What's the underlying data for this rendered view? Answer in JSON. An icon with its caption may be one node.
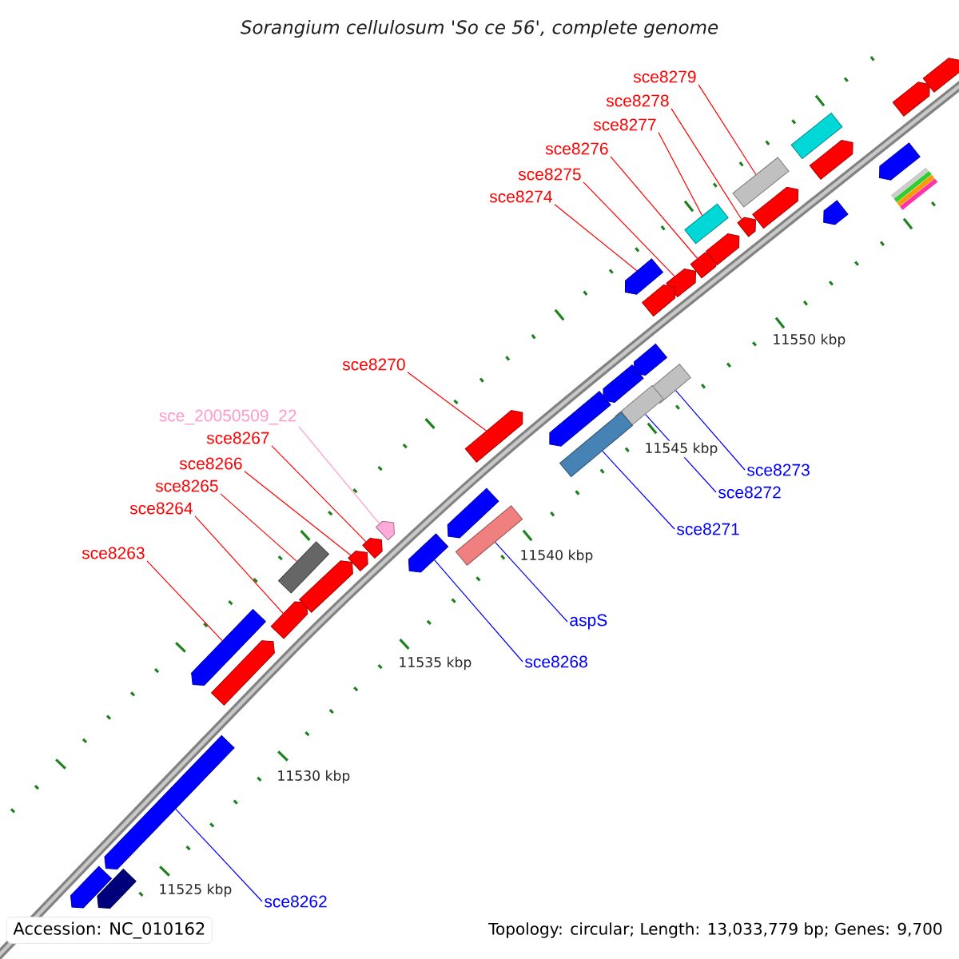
{
  "diagram": {
    "title": "Sorangium cellulosum 'So ce 56', complete genome",
    "nodes": [
      {
        "text": [
          "sce8279"
        ]
      },
      {
        "text": [
          "sce8278"
        ]
      },
      {
        "text": [
          "sce8277"
        ]
      },
      {
        "text": [
          "sce8276"
        ]
      },
      {
        "text": [
          "sce8275"
        ]
      },
      {
        "text": [
          "sce8274"
        ]
      },
      {
        "text": [
          "sce8270"
        ]
      },
      {
        "text": [
          "sce_20050509_22"
        ]
      },
      {
        "text": [
          "sce8267"
        ]
      },
      {
        "text": [
          "sce8266"
        ]
      },
      {
        "text": [
          "sce8265"
        ]
      },
      {
        "text": [
          "sce8264"
        ]
      },
      {
        "text": [
          "sce8263"
        ]
      },
      {
        "text": [
          "sce8273"
        ]
      },
      {
        "text": [
          "sce8272"
        ]
      },
      {
        "text": [
          "sce8271"
        ]
      },
      {
        "text": [
          "aspS"
        ]
      },
      {
        "text": [
          "sce8268"
        ]
      },
      {
        "text": [
          "sce8262"
        ]
      },
      {
        "text": [],
        "shape": "box"
      },
      {
        "text": [],
        "shape": "pentagon"
      },
      {
        "text": [],
        "shape": "box"
      },
      {
        "text": [],
        "shape": "pentagon"
      },
      {
        "text": [],
        "shape": "pentagon"
      },
      {
        "text": [],
        "shape": "pentagon"
      },
      {
        "text": [],
        "shape": "pentagon"
      },
      {
        "text": [],
        "shape": "pentagon"
      },
      {
        "text": [],
        "shape": "pentagon"
      },
      {
        "text": [],
        "shape": "pentagon"
      },
      {
        "text": [],
        "shape": "box"
      },
      {
        "text": [],
        "shape": "pentagon"
      },
      {
        "text": [],
        "shape": "pentagon"
      },
      {
        "text": [],
        "shape": "box"
      },
      {
        "text": [],
        "shape": "box"
      },
      {
        "text": [],
        "shape": "box"
      },
      {
        "text": [],
        "shape": "box"
      },
      {
        "text": [],
        "shape": "pentagon"
      },
      {
        "text": [],
        "shape": "pentagon"
      },
      {
        "text": [],
        "shape": "pentagon"
      },
      {
        "text": [],
        "shape": "pentagon"
      },
      {
        "text": [],
        "shape": "pentagon"
      },
      {
        "text": [],
        "shape": "pentagon"
      },
      {
        "text": [],
        "shape": "pentagon"
      },
      {
        "text": [],
        "shape": "pentagon"
      },
      {
        "text": [],
        "shape": "pentagon"
      },
      {
        "text": [],
        "shape": "pentagon"
      },
      {
        "text": [],
        "shape": "pentagon"
      },
      {
        "text": [],
        "shape": "pentagon"
      },
      {
        "text": [],
        "shape": "pentagon"
      },
      {
        "text": [],
        "shape": "box"
      },
      {
        "text": [],
        "shape": "pentagon"
      },
      {
        "text": [],
        "shape": "pentagon"
      },
      {
        "text": [],
        "shape": "pentagon"
      },
      {
        "text": [],
        "shape": "pentagon"
      },
      {
        "text": [],
        "shape": "pentagon"
      }
    ],
    "edges": [
      {
        "from": 0,
        "to": 19,
        "arrow": "none"
      },
      {
        "from": 1,
        "to": 20,
        "arrow": "none"
      },
      {
        "from": 2,
        "to": 21,
        "arrow": "none"
      },
      {
        "from": 3,
        "to": 22,
        "arrow": "none"
      },
      {
        "from": 4,
        "to": 23,
        "arrow": "none"
      },
      {
        "from": 5,
        "to": 24,
        "arrow": "none"
      },
      {
        "from": 6,
        "to": 25,
        "arrow": "none"
      },
      {
        "from": 7,
        "to": 26,
        "arrow": "none",
        "color": "#ff99cc"
      },
      {
        "from": 8,
        "to": 27,
        "arrow": "none"
      },
      {
        "from": 9,
        "to": 28,
        "arrow": "none"
      },
      {
        "from": 10,
        "to": 29,
        "arrow": "none"
      },
      {
        "from": 11,
        "to": 30,
        "arrow": "none"
      },
      {
        "from": 12,
        "to": 31,
        "arrow": "none"
      },
      {
        "from": 13,
        "to": 32,
        "arrow": "none",
        "color": "#0000ff"
      },
      {
        "from": 14,
        "to": 33,
        "arrow": "none",
        "color": "#0000ff"
      },
      {
        "from": 15,
        "to": 34,
        "arrow": "none",
        "color": "#0000ff"
      },
      {
        "from": 16,
        "to": 35,
        "arrow": "none",
        "color": "#0000ff"
      },
      {
        "from": 17,
        "to": 36,
        "arrow": "none",
        "color": "#0000ff"
      },
      {
        "from": 18,
        "to": 37,
        "arrow": "none",
        "color": "#0000ff"
      }
    ],
    "labels": [
      "11550 kbp",
      "11545 kbp",
      "11540 kbp",
      "11535 kbp",
      "11530 kbp",
      "11525 kbp",
      "Accession: NC_010162",
      "Topology: circular; Length: 13,033,779 bp; Genes: 9,700"
    ]
  }
}
